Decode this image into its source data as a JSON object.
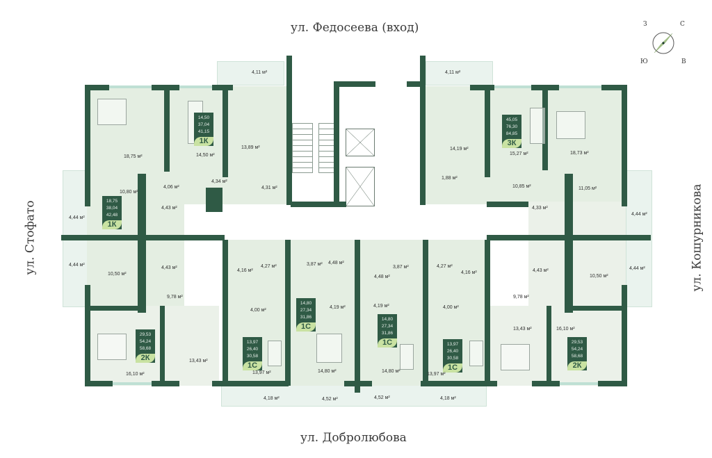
{
  "streets": {
    "top": "ул. Федосеева (вход)",
    "bottom": "ул. Добролюбова",
    "left": "ул. Стофато",
    "right": "ул. Кошурникова"
  },
  "compass": {
    "n": "С",
    "s": "Ю",
    "w": "З",
    "e": "В"
  },
  "colors": {
    "wall": "#2f5a45",
    "apartment_fill": "#e4eee2",
    "badge_type": "#c9e2a2",
    "balcony": "#eaf3ee"
  },
  "apartments": [
    {
      "id": "1k-top-left",
      "living": "14,50",
      "total_wo_balcony": "37,04",
      "total": "41,15",
      "type": "1К"
    },
    {
      "id": "1k-left",
      "living": "18,75",
      "total_wo_balcony": "38,04",
      "total": "42,48",
      "type": "1К"
    },
    {
      "id": "3k-top-right",
      "living": "45,05",
      "total_wo_balcony": "76,30",
      "total": "84,85",
      "type": "3К"
    },
    {
      "id": "2k-bottom-left",
      "living": "29,53",
      "total_wo_balcony": "54,24",
      "total": "58,68",
      "type": "2К"
    },
    {
      "id": "1c-bl",
      "living": "13,97",
      "total_wo_balcony": "26,40",
      "total": "30,58",
      "type": "1С"
    },
    {
      "id": "1c-cl",
      "living": "14,80",
      "total_wo_balcony": "27,34",
      "total": "31,86",
      "type": "1С"
    },
    {
      "id": "1c-cr",
      "living": "14,80",
      "total_wo_balcony": "27,34",
      "total": "31,86",
      "type": "1С"
    },
    {
      "id": "1c-br",
      "living": "13,97",
      "total_wo_balcony": "26,40",
      "total": "30,58",
      "type": "1С"
    },
    {
      "id": "2k-bottom-right",
      "living": "29,53",
      "total_wo_balcony": "54,24",
      "total": "58,68",
      "type": "2К"
    }
  ],
  "areas": {
    "a1": "18,75 м²",
    "a2": "14,50 м²",
    "a3": "13,89 м²",
    "a4": "4,11 м²",
    "a5": "10,80 м²",
    "a6": "4,06 м²",
    "a7": "4,34 м²",
    "a8": "4,31 м²",
    "a9": "4,43 м²",
    "a10": "4,44 м²",
    "a11": "4,44 м²",
    "a12": "10,50 м²",
    "a13": "4,43 м²",
    "a14": "9,78 м²",
    "a15": "4,16 м²",
    "a16": "4,27 м²",
    "a17": "3,87 м²",
    "a18": "4,48 м²",
    "a19": "4,48 м²",
    "a20": "3,87 м²",
    "a21": "4,27 м²",
    "a22": "4,16 м²",
    "a23": "4,00 м²",
    "a24": "4,19 м²",
    "a25": "4,19 м²",
    "a26": "4,00 м²",
    "a27": "16,10 м²",
    "a28": "13,43 м²",
    "a29": "13,97 м²",
    "a30": "14,80 м²",
    "a31": "14,80 м²",
    "a32": "13,97 м²",
    "a33": "4,18 м²",
    "a34": "4,52 м²",
    "a35": "4,52 м²",
    "a36": "4,18 м²",
    "a37": "4,11 м²",
    "a38": "14,19 м²",
    "a39": "15,27 м²",
    "a40": "18,73 м²",
    "a41": "1,88 м²",
    "a42": "10,85 м²",
    "a43": "11,05 м²",
    "a44": "4,33 м²",
    "a45": "4,44 м²",
    "a46": "4,44 м²",
    "a47": "4,43 м²",
    "a48": "10,50 м²",
    "a49": "9,78 м²",
    "a50": "13,43 м²",
    "a51": "16,10 м²"
  }
}
